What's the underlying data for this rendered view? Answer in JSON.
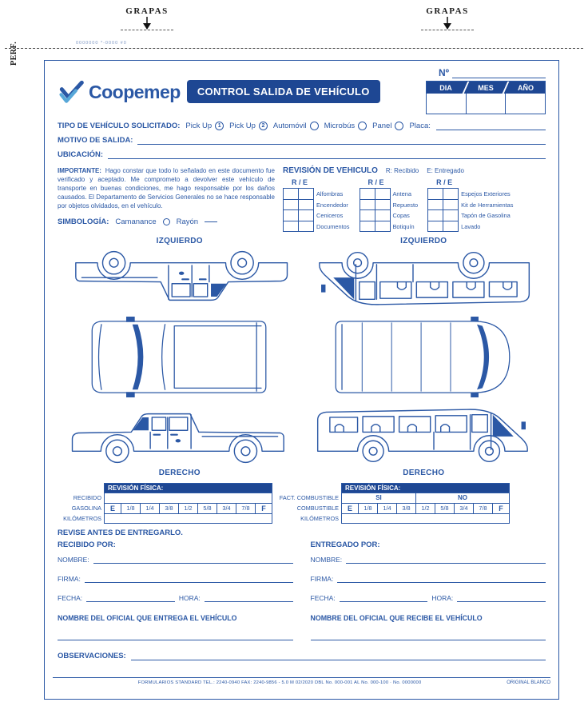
{
  "page": {
    "grapas": "GRAPAS",
    "perf": "PERF.",
    "serial": "0000000   *-0000   #0"
  },
  "header": {
    "logo": "Coopemep",
    "title": "CONTROL SALIDA DE VEHÍCULO",
    "number_label": "Nº",
    "date_cols": [
      "DIA",
      "MES",
      "AÑO"
    ]
  },
  "tipo": {
    "label": "TIPO DE VEHÍCULO SOLICITADO:",
    "options": [
      {
        "label": "Pick Up",
        "mark": "1"
      },
      {
        "label": "Pick Up",
        "mark": "2"
      },
      {
        "label": "Automóvil",
        "mark": ""
      },
      {
        "label": "Microbús",
        "mark": ""
      },
      {
        "label": "Panel",
        "mark": ""
      }
    ],
    "placa": "Placa:"
  },
  "motivo_label": "MOTIVO DE SALIDA:",
  "ubicacion_label": "UBICACIÓN:",
  "importante": {
    "label": "IMPORTANTE:",
    "text": "Hago constar que todo lo señalado en este documento fue verificado y aceptado.   Me comprometo a devolver este vehículo de transporte en buenas condiciones, me hago responsable por los daños causados.    El Departamento de Servicios Generales no se hace responsable por objetos olvidados, en el vehículo."
  },
  "revision": {
    "title": "REVISIÓN DE VEHICULO",
    "legend_r": "R: Recibido",
    "legend_e": "E: Entregado",
    "re": "R / E",
    "groups": [
      [
        "Alfombras",
        "Encendedor",
        "Ceniceros",
        "Documentos"
      ],
      [
        "Antena",
        "Repuesto",
        "Copas",
        "Botiquín"
      ],
      [
        "Espejos Exteriores",
        "Kit de Herramientas",
        "Tapón de Gasolina",
        "Lavado"
      ]
    ]
  },
  "simbologia": {
    "label": "SIMBOLOGÍA:",
    "camanance": "Camanance",
    "rayon": "Rayón"
  },
  "diagrams": {
    "izquierdo": "IZQUIERDO",
    "derecho": "DERECHO"
  },
  "fuel_scale": [
    "E",
    "1/8",
    "1/4",
    "3/8",
    "1/2",
    "5/8",
    "3/4",
    "7/8",
    "F"
  ],
  "fisica_left": {
    "title": "REVISIÓN FÍSICA:",
    "row_labels": [
      "RECIBIDO",
      "GASOLINA",
      "KILÓMETROS"
    ]
  },
  "fisica_right": {
    "title": "REVISIÓN FÍSICA:",
    "row_labels": [
      "FACT. COMBUSTIBLE",
      "COMBUSTIBLE",
      "KILÓMETROS"
    ],
    "si": "SI",
    "no": "NO"
  },
  "revise_note": "REVISE ANTES DE ENTREGARLO.",
  "recibido": {
    "title": "RECIBIDO POR:",
    "nombre": "NOMBRE:",
    "firma": "FIRMA:",
    "fecha": "FECHA:",
    "hora": "HORA:",
    "oficial": "NOMBRE DEL OFICIAL QUE ENTREGA EL VEHÍCULO"
  },
  "entregado": {
    "title": "ENTREGADO POR:",
    "nombre": "NOMBRE:",
    "firma": "FIRMA:",
    "fecha": "FECHA:",
    "hora": "HORA:",
    "oficial": "NOMBRE DEL OFICIAL QUE RECIBE EL VEHÍCULO"
  },
  "observaciones_label": "OBSERVACIONES:",
  "footer": {
    "info": "FORMULARIOS STANDARD TEL.: 2240-0940 FAX: 2240-9856 - 5.0 M   02/2020   DBL No. 000-001 AL No. 000-100  ·  No. 0000000",
    "copy": "ORIGINAL BLANCO"
  },
  "colors": {
    "primary_blue": "#2b58a5",
    "dark_blue": "#1e4793"
  }
}
